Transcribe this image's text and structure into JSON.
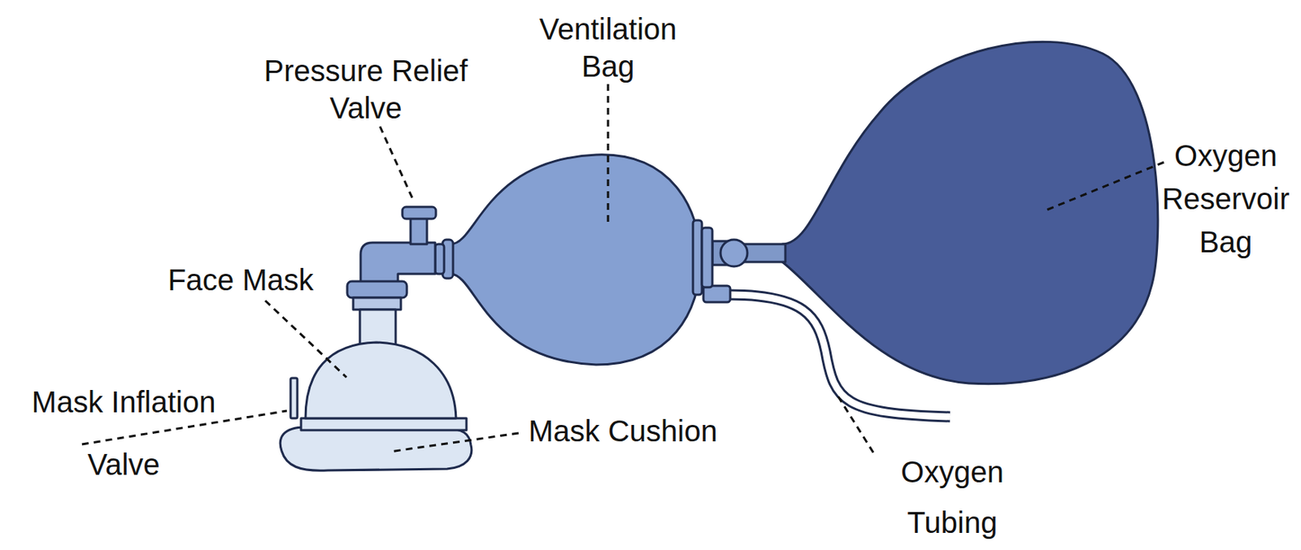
{
  "diagram": {
    "labels": [
      "Ventilation Bag",
      "Pressure Relief Valve",
      "Oxygen Reservoir Bag",
      "Face Mask",
      "Mask Inflation Valve",
      "Mask Cushion",
      "Oxygen Tubing"
    ]
  }
}
